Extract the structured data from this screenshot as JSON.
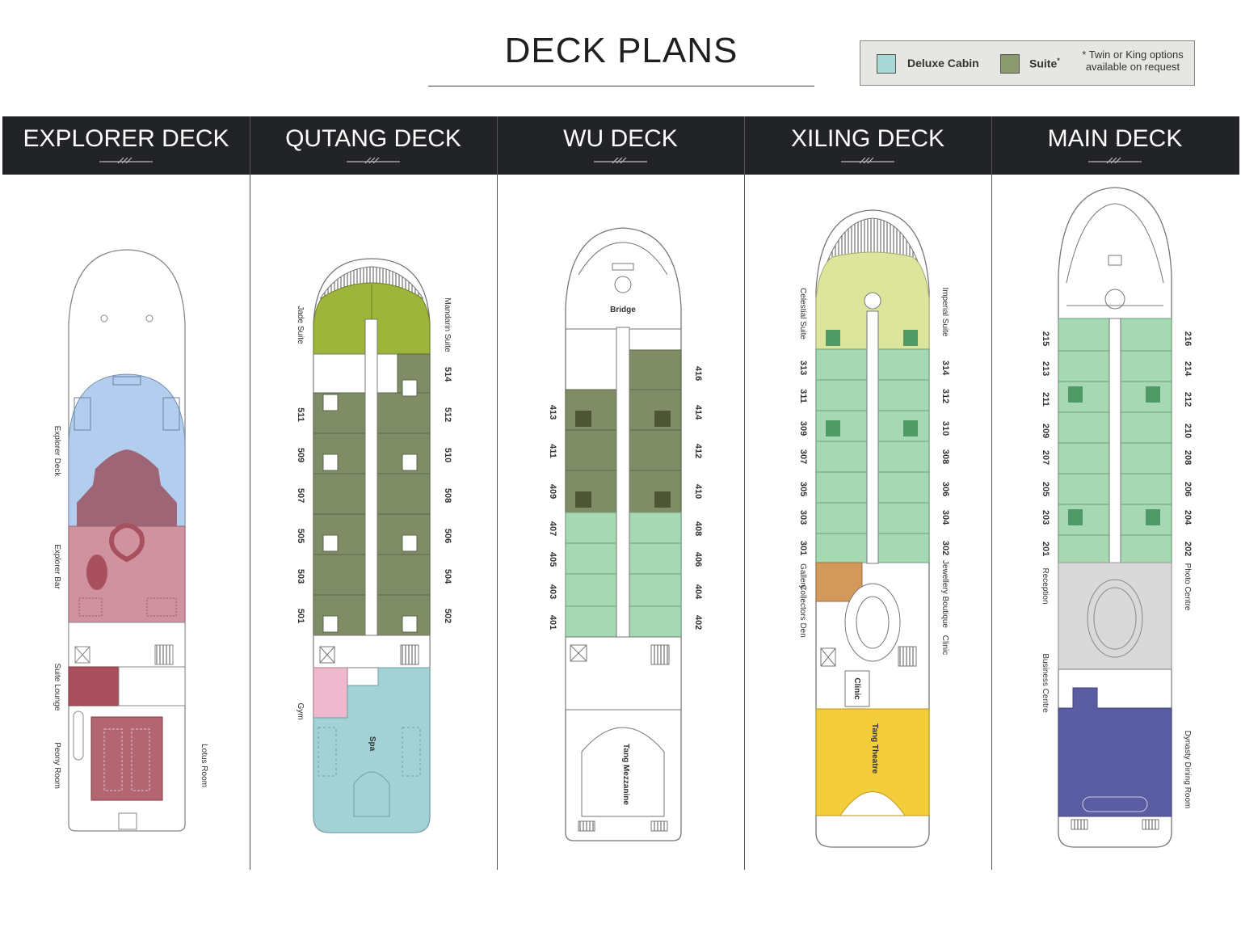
{
  "title": "DECK PLANS",
  "legend": {
    "deluxe_label": "Deluxe Cabin",
    "suite_label": "Suite",
    "suite_mark": "*",
    "note": "* Twin or King options available on request",
    "deluxe_color": "#a9d9d7",
    "suite_color": "#8b9a6e"
  },
  "decks": [
    {
      "name": "EXPLORER DECK"
    },
    {
      "name": "QUTANG DECK"
    },
    {
      "name": "WU DECK"
    },
    {
      "name": "XILING DECK"
    },
    {
      "name": "MAIN DECK"
    }
  ],
  "labels": {
    "explorer": {
      "explorer_deck": "Explorer Deck",
      "explorer_bar": "Explorer Bar",
      "suite_lounge": "Suite Lounge",
      "peony_room": "Peony Room",
      "lotus_room": "Lotus Room"
    },
    "qutang": {
      "jade_suite": "Jade Suite",
      "mandarin_suite": "Mandarin Suite",
      "gym": "Gym",
      "spa": "Spa",
      "left_cabins": [
        "511",
        "509",
        "507",
        "505",
        "503",
        "501"
      ],
      "right_cabins": [
        "514",
        "512",
        "510",
        "508",
        "506",
        "504",
        "502"
      ]
    },
    "wu": {
      "bridge": "Bridge",
      "tang_mezzanine": "Tang Mezzanine",
      "left_cabins": [
        "413",
        "411",
        "409",
        "407",
        "405",
        "403",
        "401"
      ],
      "right_cabins": [
        "416",
        "414",
        "412",
        "410",
        "408",
        "406",
        "404",
        "402"
      ]
    },
    "xiling": {
      "celestial_suite": "Celestial Suite",
      "imperial_suite": "Imperial Suite",
      "gallery": "Gallery",
      "collectors_den": "Collectors Den",
      "jewellery_boutique": "Jewellery Boutique",
      "clinic_right": "Clinic",
      "clinic_center": "Clinic",
      "tang_theatre": "Tang Theatre",
      "left_cabins": [
        "313",
        "311",
        "309",
        "307",
        "305",
        "303",
        "301"
      ],
      "right_cabins": [
        "314",
        "312",
        "310",
        "308",
        "306",
        "304",
        "302"
      ]
    },
    "main": {
      "reception": "Reception",
      "photo_centre": "Photo Centre",
      "business_centre": "Business Centre",
      "dynasty_dining_room": "Dynasty Dining Room",
      "left_cabins": [
        "215",
        "213",
        "211",
        "209",
        "207",
        "205",
        "203",
        "201"
      ],
      "right_cabins": [
        "216",
        "214",
        "212",
        "210",
        "208",
        "206",
        "204",
        "202"
      ]
    }
  },
  "colors": {
    "explorer_blue": "#b3cdee",
    "bar_mauve": "#9e6577",
    "bar_pink": "#cf929e",
    "lounge_red": "#a9505f",
    "suite_green_jade": "#9db53a",
    "suite_olive": "#7f8c66",
    "deluxe_mint": "#a7d8b4",
    "spa_teal": "#a3d2d6",
    "gym_pink": "#efb9cd",
    "celestial_yellow": "#dde59d",
    "den_orange": "#d2995b",
    "theatre_yellow": "#f3cd3a",
    "reception_grey": "#d9d9d9",
    "dining_purple": "#5b5da2"
  }
}
